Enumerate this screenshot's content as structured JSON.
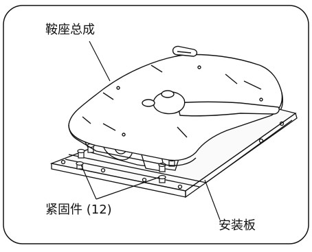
{
  "labels": {
    "saddle_assembly": "鞍座总成",
    "fasteners": "紧固件 (12)",
    "mounting_plate": "安装板"
  },
  "colors": {
    "line": "#111111",
    "background": "#ffffff"
  }
}
